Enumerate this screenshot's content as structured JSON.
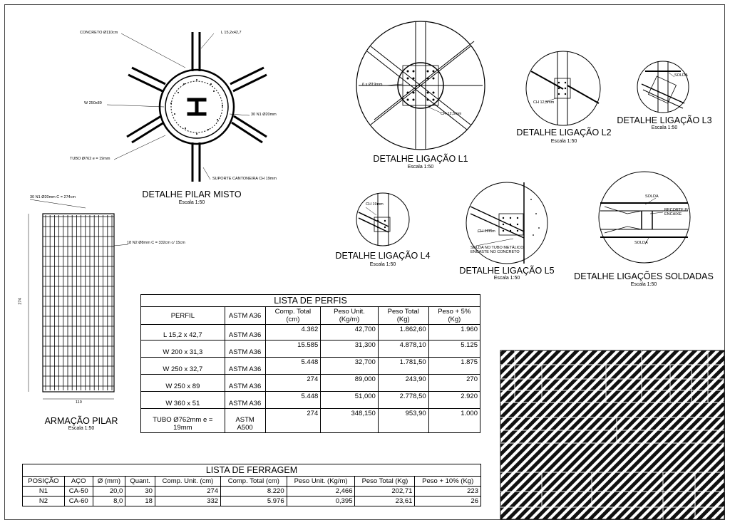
{
  "details": {
    "pilar_misto": {
      "title": "DETALHE PILAR MISTO",
      "scale": "Escala 1:50",
      "notes": {
        "concreto": "CONCRETO Ø110cm",
        "l152": "L 15,2x42,7",
        "w250": "W 250x89",
        "n1": "30 N1 Ø20mm",
        "tubo": "TUBO Ø762 e = 19mm",
        "suporte": "SUPORTE CANTONEIRA CH 19mm"
      }
    },
    "l1": {
      "title": "DETALHE LIGAÇÃO L1",
      "scale": "Escala 1:50",
      "notes": {
        "a": "6 x Ø19mm",
        "b": "CH 12,5mm"
      }
    },
    "l2": {
      "title": "DETALHE LIGAÇÃO L2",
      "scale": "Escala 1:50",
      "notes": {
        "a": "CH 12,5mm"
      }
    },
    "l3": {
      "title": "DETALHE LIGAÇÃO L3",
      "scale": "Escala 1:50",
      "notes": {
        "a": "SOLDA"
      }
    },
    "l4": {
      "title": "DETALHE LIGAÇÃO L4",
      "scale": "Escala 1:50",
      "notes": {
        "a": "CH 19mm"
      }
    },
    "l5": {
      "title": "DETALHE LIGAÇÃO L5",
      "scale": "Escala 1:50",
      "notes": {
        "a": "CH 19mm",
        "b": "SOLDA NO TUBO METÁLICO ENCASTE NO CONCRETO"
      }
    },
    "soldadas": {
      "title": "DETALHE LIGAÇÕES SOLDADAS",
      "scale": "Escala 1:50",
      "notes": {
        "a": "SOLDA",
        "b": "RECORTE P/ ENCAIXE",
        "c": "SOLDA"
      }
    },
    "armacao": {
      "title": "ARMAÇÃO PILAR",
      "scale": "Escala 1:50",
      "notes": {
        "a": "30 N1 Ø20mm C = 274cm",
        "b": "18 N2 Ø8mm C = 332cm c/ 15cm",
        "h": "274",
        "w": "110"
      }
    }
  },
  "perfis": {
    "caption": "LISTA DE PERFIS",
    "headers": [
      "PERFIL",
      "ASTM A36",
      "Comp. Total (cm)",
      "Peso Unit. (Kg/m)",
      "Peso Total (Kg)",
      "Peso + 5% (Kg)"
    ],
    "rows": [
      [
        "L 15,2 x 42,7",
        "ASTM A36",
        "4.362",
        "42,700",
        "1.862,60",
        "1.960"
      ],
      [
        "W 200 x 31,3",
        "ASTM A36",
        "15.585",
        "31,300",
        "4.878,10",
        "5.125"
      ],
      [
        "W 250 x 32,7",
        "ASTM A36",
        "5.448",
        "32,700",
        "1.781,50",
        "1.875"
      ],
      [
        "W 250 x 89",
        "ASTM A36",
        "274",
        "89,000",
        "243,90",
        "270"
      ],
      [
        "W 360 x 51",
        "ASTM A36",
        "5.448",
        "51,000",
        "2.778,50",
        "2.920"
      ],
      [
        "TUBO Ø762mm e = 19mm",
        "ASTM A500",
        "274",
        "348,150",
        "953,90",
        "1.000"
      ]
    ]
  },
  "ferragem": {
    "caption": "LISTA DE FERRAGEM",
    "headers": [
      "POSIÇÃO",
      "AÇO",
      "Ø (mm)",
      "Quant.",
      "Comp. Unit. (cm)",
      "Comp. Total (cm)",
      "Peso Unit. (Kg/m)",
      "Peso Total (Kg)",
      "Peso + 10% (Kg)"
    ],
    "rows": [
      [
        "N1",
        "CA-50",
        "20,0",
        "30",
        "274",
        "8.220",
        "2,466",
        "202,71",
        "223"
      ],
      [
        "N2",
        "CA-60",
        "8,0",
        "18",
        "332",
        "5.976",
        "0,395",
        "23,61",
        "26"
      ]
    ]
  }
}
